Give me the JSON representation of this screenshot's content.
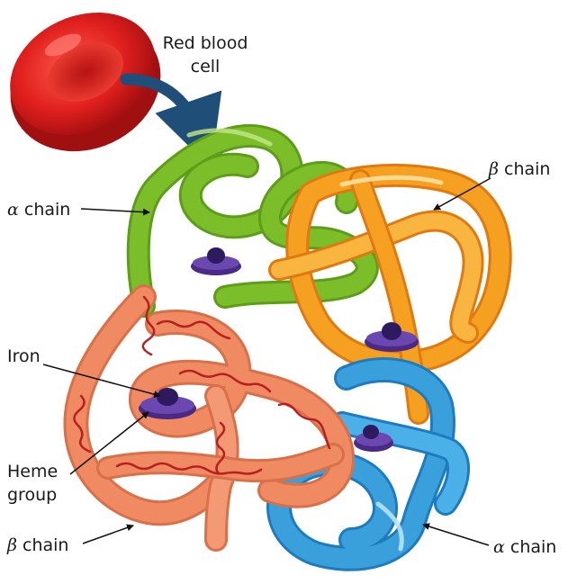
{
  "labels": {
    "rbc_line1": "Red blood",
    "rbc_line2": "cell",
    "beta_top_greek": "β",
    "beta_top_text": " chain",
    "alpha_left_greek": "α",
    "alpha_left_text": " chain",
    "iron": "Iron",
    "heme_line1": "Heme",
    "heme_line2": "group",
    "beta_bottom_greek": "β",
    "beta_bottom_text": " chain",
    "alpha_bottom_greek": "α",
    "alpha_bottom_text": " chain"
  },
  "colors": {
    "red_cell": "#e0201e",
    "alpha_green": "#7cbd2a",
    "beta_orange": "#f5a020",
    "beta_salmon": "#ef8a62",
    "alpha_blue": "#3aa0dc",
    "heme_purple": "#5b3a9a",
    "arrow_blue": "#1f4e79"
  }
}
